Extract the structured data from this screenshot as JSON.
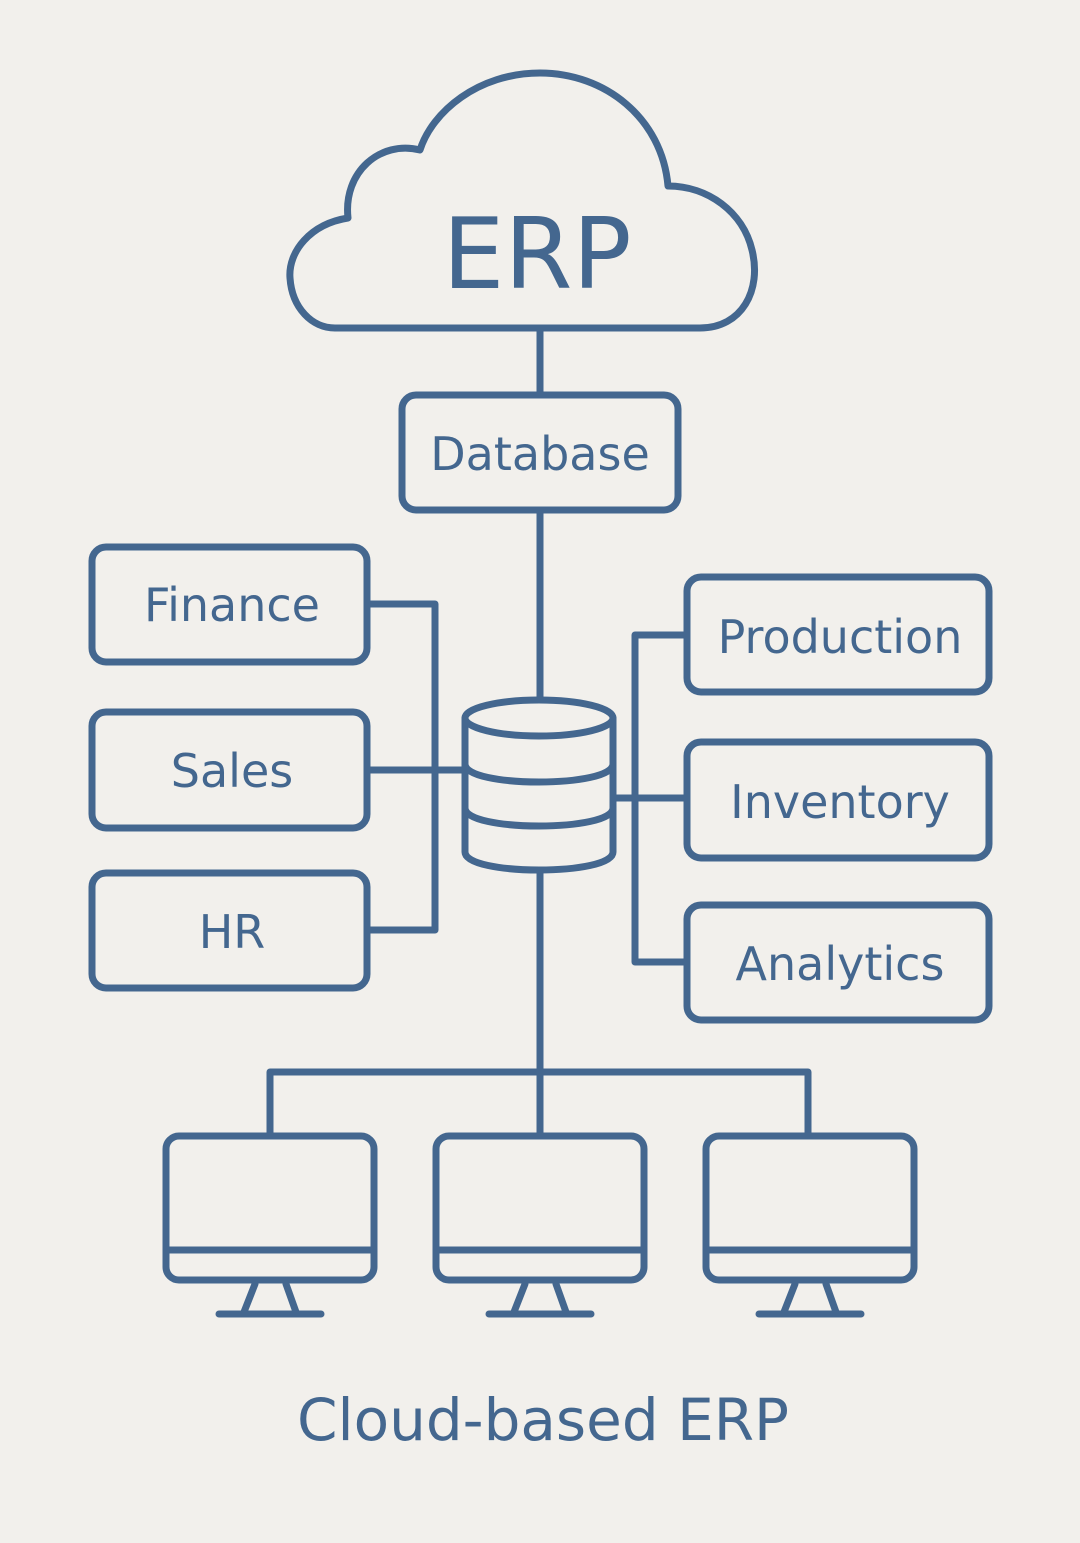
{
  "cloud": {
    "label": "ERP"
  },
  "database": {
    "label": "Database"
  },
  "left_modules": [
    {
      "label": "Finance"
    },
    {
      "label": "Sales"
    },
    {
      "label": "HR"
    }
  ],
  "right_modules": [
    {
      "label": "Production"
    },
    {
      "label": "Inventory"
    },
    {
      "label": "Analytics"
    }
  ],
  "caption": "Cloud-based ERP",
  "colors": {
    "stroke": "#44678f",
    "background": "#f2f0ec"
  }
}
